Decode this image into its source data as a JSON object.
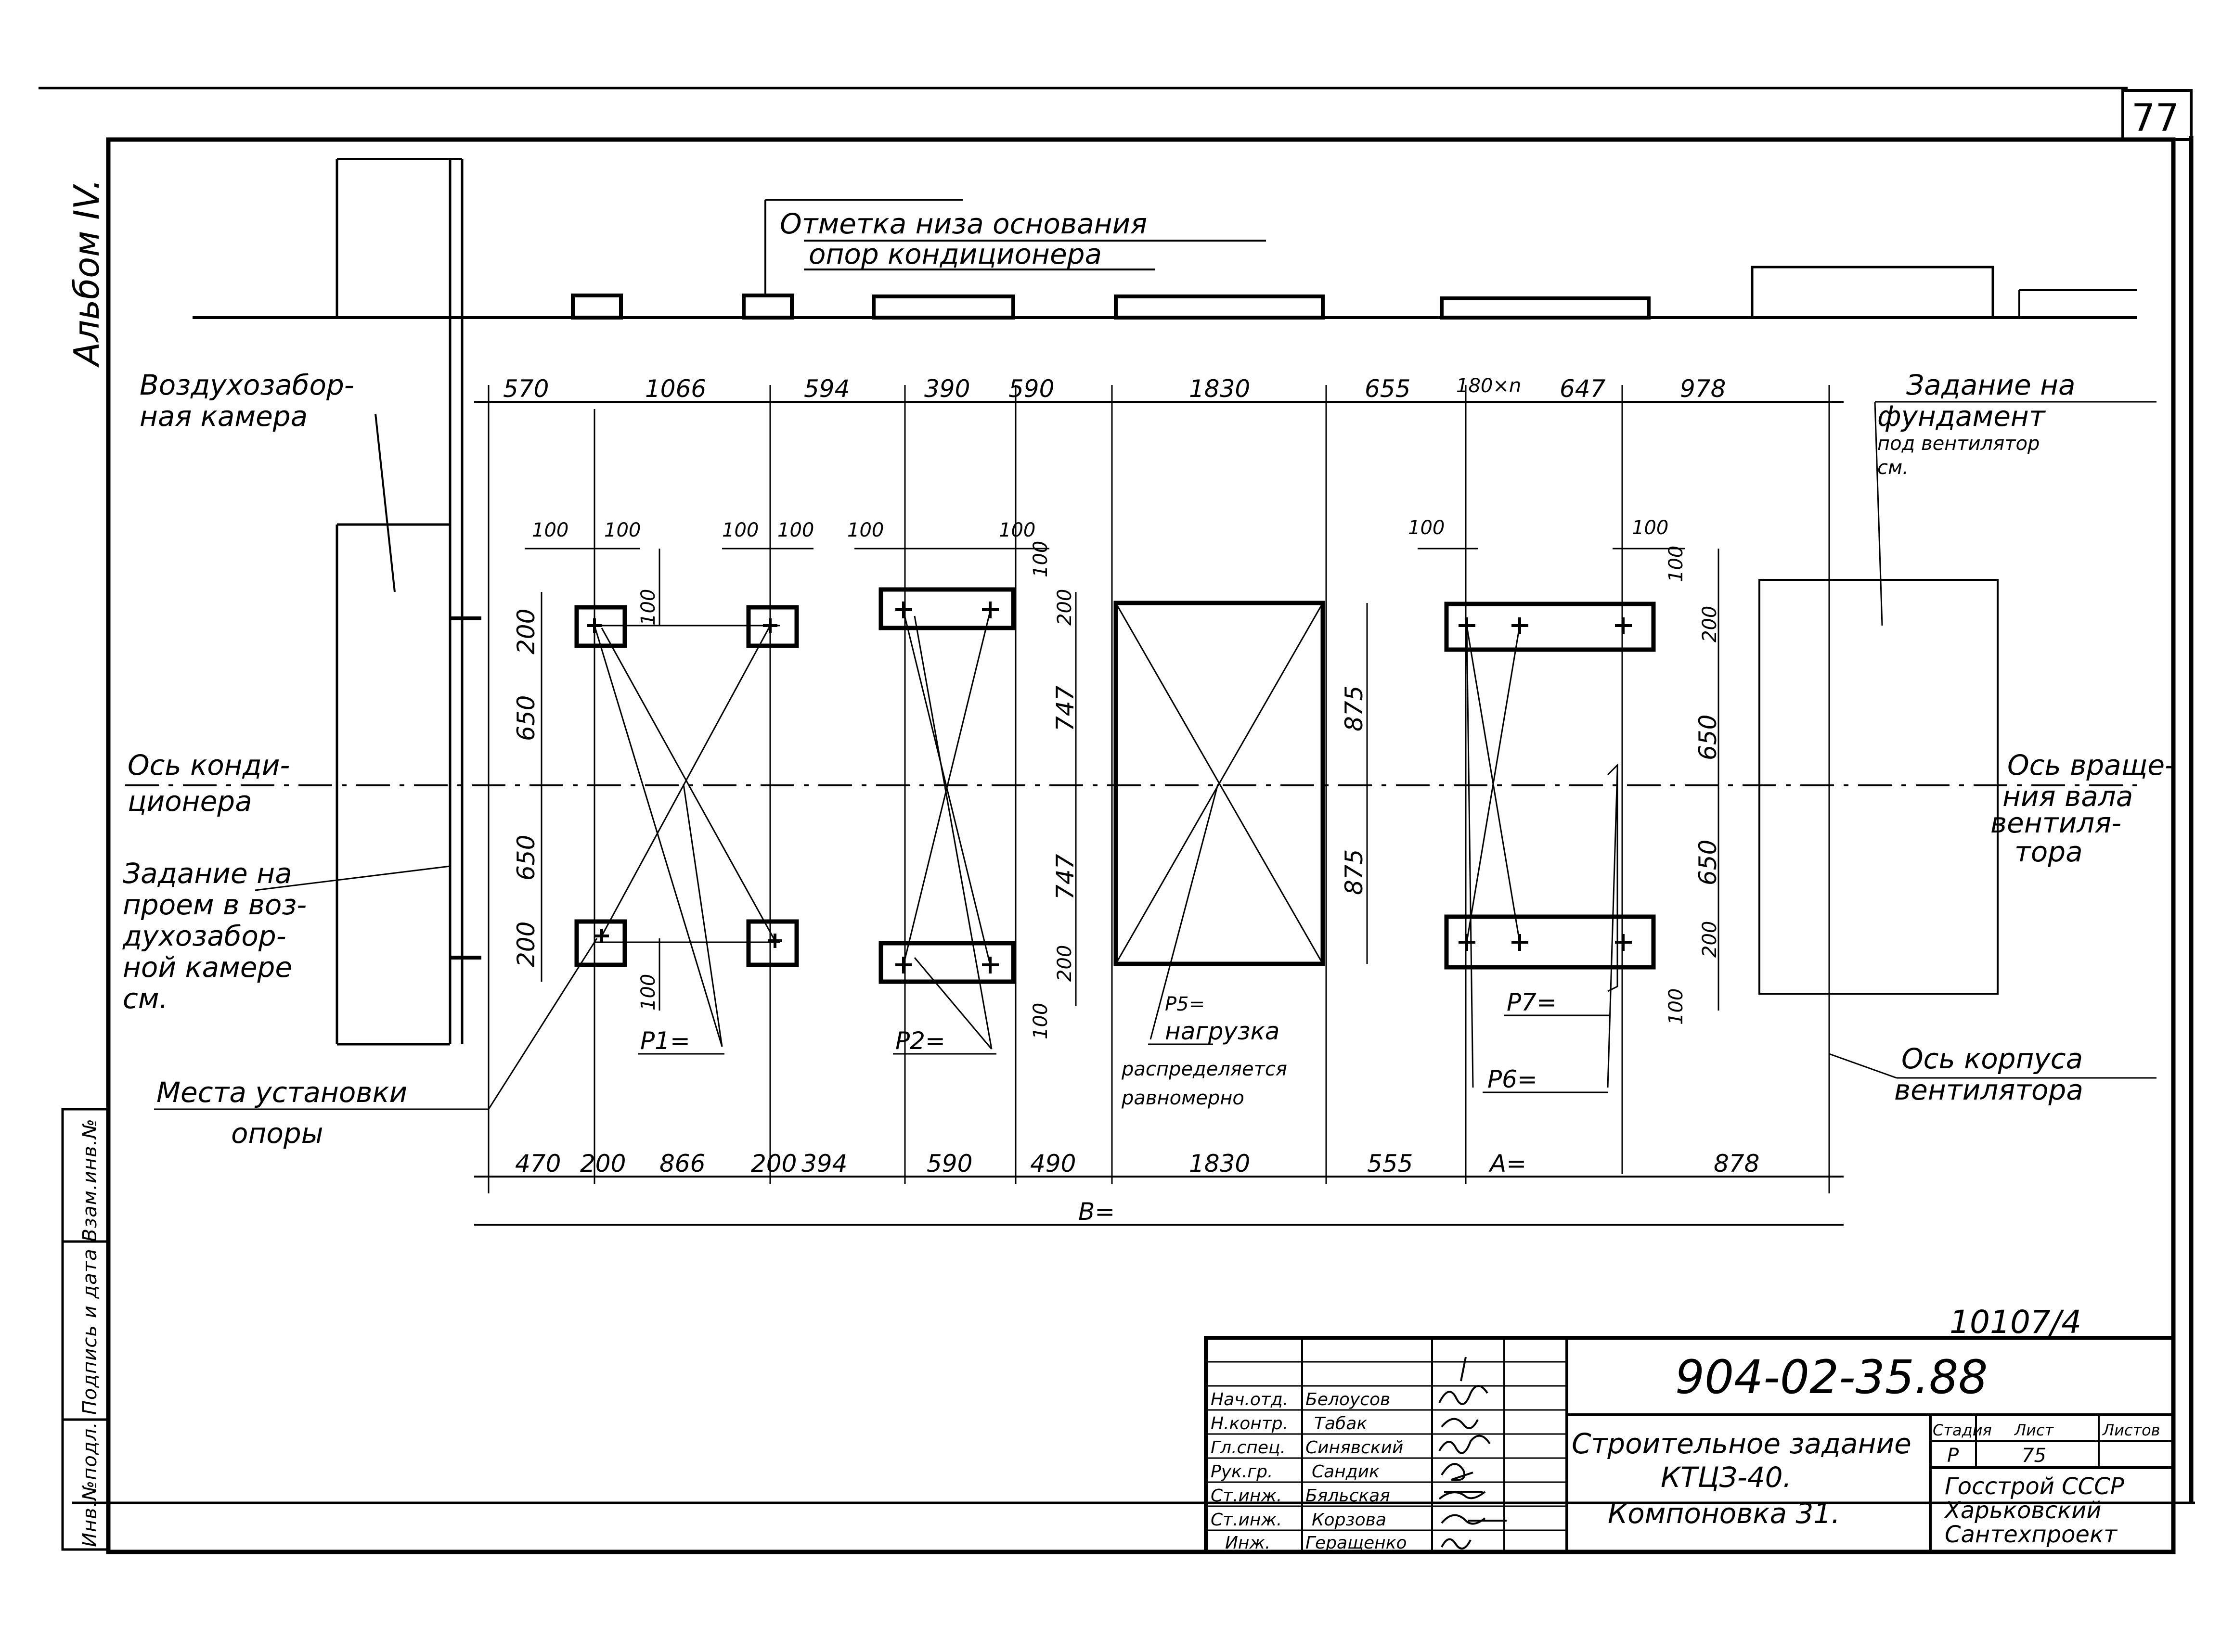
{
  "sheet": {
    "page_number": "77",
    "album": "Альбом IV.",
    "archive_number": "10107/4",
    "doc_code": "904-02-35.88",
    "title_lines": [
      "Строительное задание",
      "КТЦЗ-40.",
      "Компоновка 31."
    ],
    "stage_head": "Стадия",
    "sheet_head": "Лист",
    "sheets_head": "Листов",
    "stage": "Р",
    "sheet": "75",
    "org_lines": [
      "Госстрой СССР",
      "Харьковский",
      "Сантехпроект"
    ],
    "side_stamp": "Инв.№подл. Подпись и дата Взам.инв.№",
    "signers": [
      {
        "role": "Нач.отд.",
        "name": "Белоусов"
      },
      {
        "role": "Н.контр.",
        "name": "Табак"
      },
      {
        "role": "Гл.спец.",
        "name": "Синявский"
      },
      {
        "role": "Рук.гр.",
        "name": "Сандик"
      },
      {
        "role": "Ст.инж.",
        "name": "Бяльская"
      },
      {
        "role": "Ст.инж.",
        "name": "Корзова"
      },
      {
        "role": "Инж.",
        "name": "Геращенко"
      }
    ]
  },
  "labels": {
    "elevation": [
      "Отметка низа основания",
      "опор кондиционера"
    ],
    "intake": [
      "Воздухозабор-",
      "ная камера"
    ],
    "ac_axis": [
      "Ось конди-",
      "ционера"
    ],
    "opening": [
      "Задание на",
      "проем в воз-",
      "духозабор-",
      "ной камере",
      "см."
    ],
    "support_places": [
      "Места установки",
      "опоры"
    ],
    "fan_foundation": [
      "Задание на",
      "фундамент",
      "под вентилятор",
      "см."
    ],
    "shaft_axis": [
      "Ось враще-",
      "ния вала",
      "вентиля-",
      "тора"
    ],
    "fan_body_axis": [
      "Ось корпуса",
      "вентилятора"
    ],
    "p1": "Р1=",
    "p2": "Р2=",
    "p5": [
      "Р5=",
      "нагрузка",
      "распределяется",
      "равномерно"
    ],
    "p6": "Р6=",
    "p7": "Р7=",
    "b_total": "В="
  },
  "dims": {
    "top": [
      "570",
      "1066",
      "594",
      "390",
      "590",
      "1830",
      "655",
      "180×n",
      "647",
      "978"
    ],
    "bottom": [
      "470",
      "200",
      "866",
      "200",
      "394",
      "590",
      "490",
      "1830",
      "555",
      "А=",
      "878"
    ],
    "offset_100": "100",
    "v_200": "200",
    "v_650": "650",
    "v_747": "747",
    "v_875": "875"
  }
}
